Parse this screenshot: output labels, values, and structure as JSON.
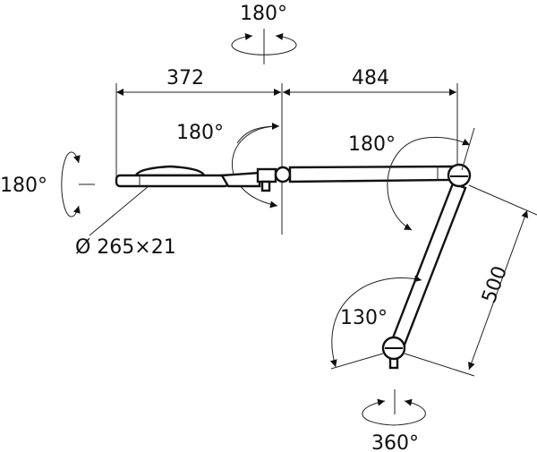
{
  "title": "Lamp arm dimensions diagram",
  "labels": {
    "top_rotation": "180°",
    "head_tilt": "180°",
    "left_rotation": "180°",
    "elbow_rotation": "180°",
    "base_rotation": "130°",
    "swivel": "360°",
    "dim_head": "372",
    "dim_upper_arm": "484",
    "dim_lower_arm": "500",
    "head_size": "Ø 265×21"
  },
  "colors": {
    "line": "#111111",
    "background": "#ffffff"
  }
}
